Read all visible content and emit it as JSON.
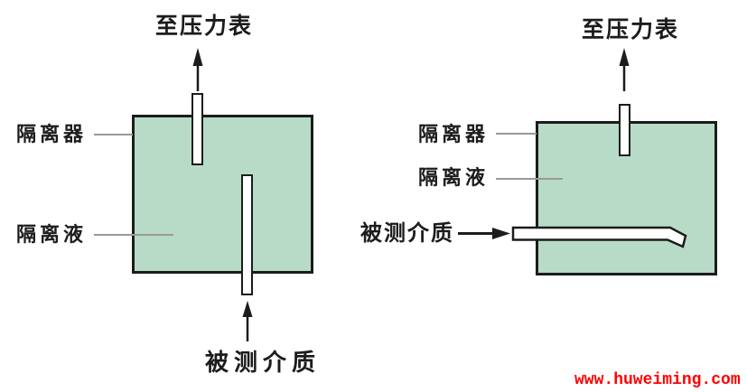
{
  "colors": {
    "background": "#ffffff",
    "vessel_fill": "#b7dbc6",
    "outline_black": "#1c1c1c",
    "leader_line_gray": "#999999",
    "watermark_red": "#fe0000"
  },
  "diagrams": [
    {
      "side": "left",
      "title": "至压力表",
      "isolator_label": "隔离器",
      "isolation_liquid_label": "隔离液",
      "measured_medium_label": "被测介质"
    },
    {
      "side": "right",
      "title": "至压力表",
      "isolator_label": "隔离器",
      "isolation_liquid_label": "隔离液",
      "measured_medium_label": "被测介质"
    }
  ],
  "watermark": {
    "text": "www.huweiming.com"
  }
}
